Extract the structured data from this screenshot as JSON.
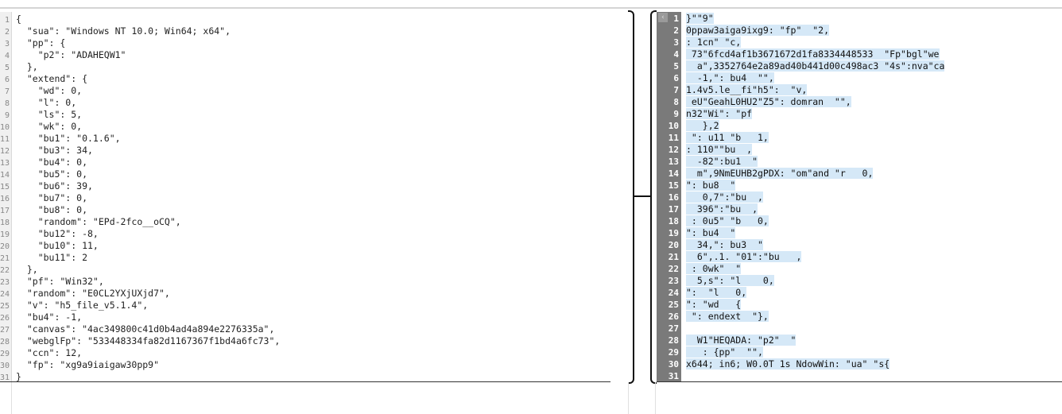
{
  "left_editor": {
    "lines": [
      "{",
      "  \"sua\": \"Windows NT 10.0; Win64; x64\",",
      "  \"pp\": {",
      "    \"p2\": \"ADAHEQW1\"",
      "  },",
      "  \"extend\": {",
      "    \"wd\": 0,",
      "    \"l\": 0,",
      "    \"ls\": 5,",
      "    \"wk\": 0,",
      "    \"bu1\": \"0.1.6\",",
      "    \"bu3\": 34,",
      "    \"bu4\": 0,",
      "    \"bu5\": 0,",
      "    \"bu6\": 39,",
      "    \"bu7\": 0,",
      "    \"bu8\": 0,",
      "    \"random\": \"EPd-2fco__oCQ\",",
      "    \"bu12\": -8,",
      "    \"bu10\": 11,",
      "    \"bu11\": 2",
      "  },",
      "  \"pf\": \"Win32\",",
      "  \"random\": \"E0CL2YXjUXjd7\",",
      "  \"v\": \"h5_file_v5.1.4\",",
      "  \"bu4\": -1,",
      "  \"canvas\": \"4ac349800c41d0b4ad4a894e2276335a\",",
      "  \"webglFp\": \"533448334fa82d1167367f1bd4a6fc73\",",
      "  \"ccn\": 12,",
      "  \"fp\": \"xg9a9iaigaw30pp9\"",
      "}"
    ]
  },
  "right_editor": {
    "collapse_icon": "‹",
    "lines": [
      "}\"\"9\"",
      "0ppaw3aiga9ixg9: \"fp\"  \"2,",
      ": 1cn\" \"c,",
      " 73\"6fcd4af1b3671672d1fa8334448533  \"Fp\"bgl\"we",
      "  a\",3352764e2a89ad40b441d00c498ac3 \"4s\":nva\"ca",
      "  -1,\": bu4  \"\",",
      "1.4v5.le__fi\"h5\":  \"v,",
      " eU\"GeahL0HU2\"Z5\": domran  \"\",",
      "n32\"Wi\": \"pf",
      "   },2",
      " \": u11 \"b   1,",
      ": 110\"\"bu  ,",
      "  -82\":bu1  \"",
      "  m\",9NmEUHB2gPDX: \"om\"and \"r   0,",
      "\": bu8  \"",
      "   0,7\":\"bu  ,",
      "  396\":\"bu  ,",
      " : 0u5\" \"b   0,",
      "\": bu4  \"",
      "  34,\": bu3  \"",
      "  6\",.1. \"01\":\"bu   ,",
      " : 0wk\"  \"",
      "  5,s\": \"l    0,",
      "\":  \"l   0,",
      "\": \"wd   {",
      " \": endext  \"},",
      "",
      "  W1\"HEQADA: \"p2\"  \"",
      "   : {pp\"  \"\",",
      "x644; in6; W0.0T 1s NdowWin: \"ua\" \"s{",
      ""
    ]
  }
}
